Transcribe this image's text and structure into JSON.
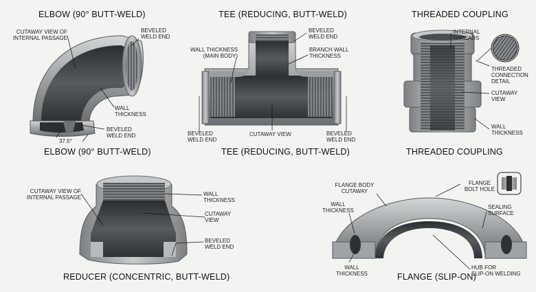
{
  "panels": {
    "elbow": {
      "title_top": "ELBOW (90° BUTT-WELD)",
      "title_bottom": "ELBOW (90° BUTT-WELD)",
      "labels": {
        "cutaway": "CUTAWAY VIEW OF\nINTERNAL PASSAGE",
        "beveled_top": "BEVELED\nWELD END",
        "wall": "WALL\nTHICKNESS",
        "beveled_bottom": "BEVELED\nWELD END",
        "angle": "37.5°"
      }
    },
    "tee": {
      "title_top": "TEE (REDUCING, BUTT-WELD)",
      "title_bottom": "TEE (REDUCING, BUTT-WELD)",
      "labels": {
        "beveled_top": "BEVELED\nWELD END",
        "wall_main": "WALL THICKNESS\n(MAIN BODY)",
        "branch_wall": "BRANCH WALL\nTHICKNESS",
        "beveled_left": "BEVELED\nWELD END",
        "cutaway": "CUTAWAY VIEW",
        "beveled_right": "BEVELED\nWELD END"
      }
    },
    "coupling": {
      "title_top": "THREADED COUPLING",
      "title_bottom": "THREADED COUPLING",
      "labels": {
        "internal_threads": "INTERNAL\nTHREADS",
        "connection_detail": "THREADED\nCONNECTION\nDETAIL",
        "cutaway": "CUTAWAY\nVIEW",
        "wall": "WALL\nTHICKNESS"
      }
    },
    "reducer": {
      "title_bottom": "REDUCER (CONCENTRIC, BUTT-WELD)",
      "labels": {
        "cutaway": "CUTAWAY VIEW OF\nINTERNAL PASSAGE",
        "wall": "WALL\nTHICKNESS",
        "cutaway_view": "CUTAWAY\nVIEW",
        "beveled": "BEVELED\nWELD END"
      }
    },
    "flange": {
      "title_bottom": "FLANGE (SLIP-ON)",
      "labels": {
        "body_cutaway": "FLANGE BODY\nCUTAWAY",
        "bolt_hole": "FLANGE\nBOLT HOLE",
        "wall_top": "WALL\nTHICKNESS",
        "sealing": "SEALING\nSURFACE",
        "wall_bottom": "WALL\nTHICKNESS",
        "hub": "HUB FOR\nSLIP-ON WELDING"
      }
    }
  },
  "colors": {
    "background": "#f3f3f1",
    "steel_light": "#b9bcbe",
    "steel_mid": "#8b8f92",
    "steel_dark": "#3e4245",
    "leader": "#111111"
  }
}
